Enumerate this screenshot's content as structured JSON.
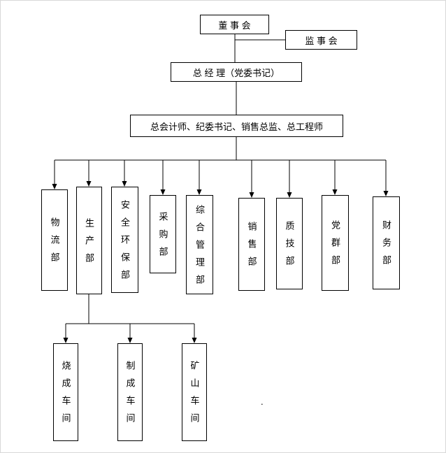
{
  "page": {
    "background": "#ffffff",
    "line_color": "#000000",
    "box_border_color": "#000000"
  },
  "nodes": {
    "board": {
      "label": "董 事 会"
    },
    "supervisory": {
      "label": "监 事 会"
    },
    "general_manager": {
      "label": "总 经 理（党委书记）"
    },
    "staff_line": {
      "label": "总会计师、纪委书记、销售总监、总工程师"
    }
  },
  "departments": [
    {
      "label": "物流部"
    },
    {
      "label": "生产部"
    },
    {
      "label": "安全环保部"
    },
    {
      "label": "采购部"
    },
    {
      "label": "综合管理部"
    },
    {
      "label": "销售部"
    },
    {
      "label": "质技部"
    },
    {
      "label": "党群部"
    },
    {
      "label": "财务部"
    }
  ],
  "workshops": [
    {
      "label": "烧成车间"
    },
    {
      "label": "制成车间"
    },
    {
      "label": "矿山车间"
    }
  ],
  "structure": {
    "top_chain": [
      "董 事 会",
      "总 经 理（党委书记）",
      "总会计师、纪委书记、销售总监、总工程师"
    ],
    "side_branch_of_board": "监 事 会",
    "departments_parent": "总会计师、纪委书记、销售总监、总工程师",
    "workshops_parent": "生产部"
  },
  "stray_text": "."
}
